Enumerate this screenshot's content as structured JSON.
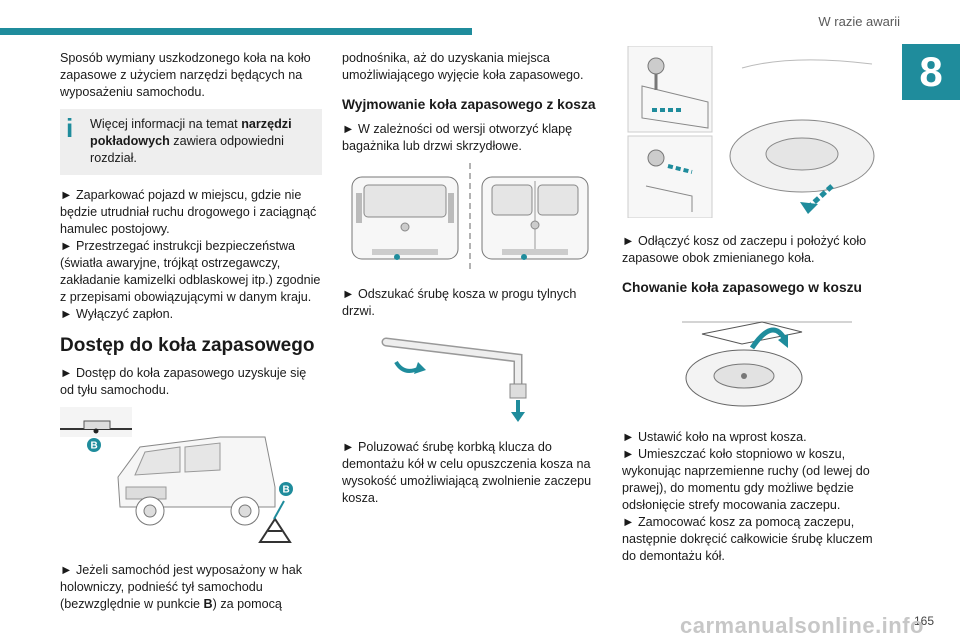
{
  "header": {
    "section": "W razie awarii",
    "chapter": "8"
  },
  "col1": {
    "intro": "Sposób wymiany uszkodzonego koła na koło zapasowe z użyciem narzędzi będących na wyposażeniu samochodu.",
    "note_pre": "Więcej informacji na temat ",
    "note_bold": "narzędzi pokładowych",
    "note_post": " zawiera odpowiedni rozdział.",
    "bullets": [
      "► Zaparkować pojazd w miejscu, gdzie nie będzie utrudniał ruchu drogowego i zaciągnąć hamulec postojowy.",
      "► Przestrzegać instrukcji bezpieczeństwa (światła awaryjne, trójkąt ostrzegawczy, zakładanie kamizelki odblaskowej itp.) zgodnie z przepisami obowiązującymi w danym kraju.",
      "► Wyłączyć zapłon."
    ],
    "heading": "Dostęp do koła zapasowego",
    "access": "► Dostęp do koła zapasowego uzyskuje się od tyłu samochodu.",
    "badge": "B",
    "tow_pre": "► Jeżeli samochód jest wyposażony w hak holowniczy, podnieść tył samochodu (bezwzględnie w punkcie ",
    "tow_bold": "B",
    "tow_post": ") za pomocą"
  },
  "col2": {
    "cont": "podnośnika, aż do uzyskania miejsca umożliwiającego wyjęcie koła zapasowego.",
    "heading": "Wyjmowanie koła zapasowego z kosza",
    "door": "► W zależności od wersji otworzyć klapę bagażnika lub drzwi skrzydłowe.",
    "screw": "► Odszukać śrubę kosza w progu tylnych drzwi.",
    "loosen": "► Poluzować śrubę korbką klucza do demontażu kół w celu opuszczenia kosza na wysokość umożliwiającą zwolnienie zaczepu kosza."
  },
  "col3": {
    "detach": "► Odłączyć kosz od zaczepu i położyć koło zapasowe obok zmienianego koła.",
    "heading": "Chowanie koła zapasowego w koszu",
    "steps": [
      "► Ustawić koło na wprost kosza.",
      "► Umieszczać koło stopniowo w koszu, wykonując naprzemienne ruchy (od lewej do prawej), do momentu gdy możliwe będzie odsłonięcie strefy mocowania zaczepu.",
      "► Zamocować kosz za pomocą zaczepu, następnie dokręcić całkowicie śrubę kluczem do demontażu kół."
    ]
  },
  "footer": {
    "page": "165"
  },
  "watermark": "carmanualsonline.info"
}
